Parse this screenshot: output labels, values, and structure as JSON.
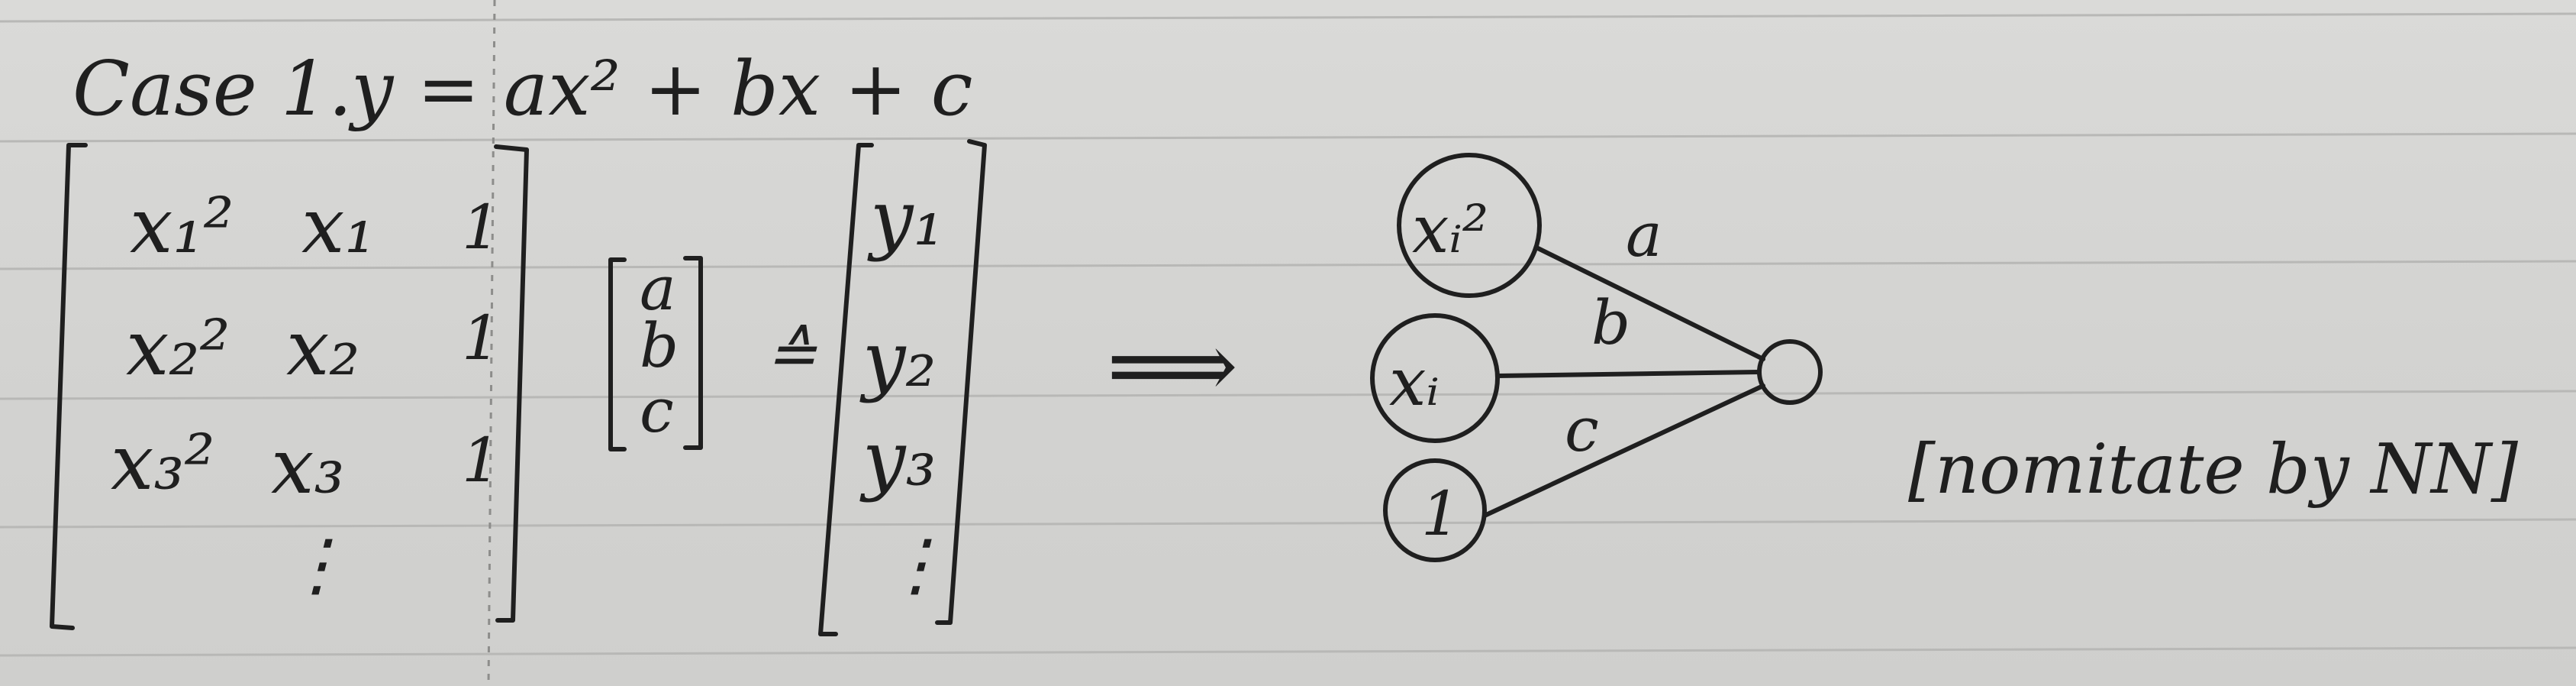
{
  "title": {
    "case_label": "Case 1.",
    "equation": "y = ax² + bx + c"
  },
  "design_matrix": {
    "rows": [
      [
        "x₁²",
        "x₁",
        "1"
      ],
      [
        "x₂²",
        "x₂",
        "1"
      ],
      [
        "x₃²",
        "x₃",
        "1"
      ]
    ],
    "ellipsis": "⋮"
  },
  "coefficients": [
    "a",
    "b",
    "c"
  ],
  "approx_symbol": "≙",
  "targets": [
    "y₁",
    "y₂",
    "y₃",
    "⋮"
  ],
  "arrow": "⟹",
  "network": {
    "inputs": [
      "xᵢ²",
      "xᵢ",
      "1"
    ],
    "weights": [
      "a",
      "b",
      "c"
    ]
  },
  "caption": "[nomitate by NN]"
}
